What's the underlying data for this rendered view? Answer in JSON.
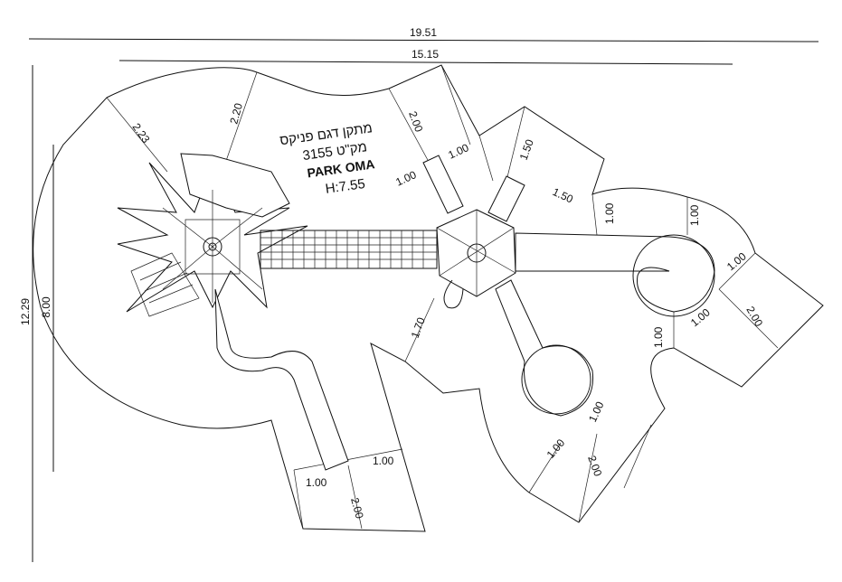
{
  "title": {
    "name_line": "מתקן דגם פניקס",
    "catalog_line": "מק\"ט 3155",
    "logo": "PARK OMA",
    "height_line": "H:7.55"
  },
  "dimensions": {
    "overall_width": "19.51",
    "inner_width": "15.15",
    "overall_height": "12.29",
    "inner_height": "8.00",
    "left_radius_a": "2.23",
    "left_radius_b": "2.20",
    "top_zone_depth": "2.00",
    "top_zone_side_a": "1.00",
    "top_zone_side_b": "1.00",
    "right_top_a": "1.50",
    "right_top_b": "1.50",
    "mid_clearance": "1.70",
    "right_slide_a": "1.00",
    "right_slide_b": "1.00",
    "right_slide_c": "1.00",
    "right_slide_d": "1.00",
    "right_slide_e": "1.00",
    "right_slide_depth": "2.00",
    "center_slide_a": "1.00",
    "center_slide_b": "1.00",
    "center_slide_depth": "2.00",
    "left_slide_a": "1.00",
    "left_slide_b": "1.00",
    "left_slide_depth": "2.00"
  }
}
